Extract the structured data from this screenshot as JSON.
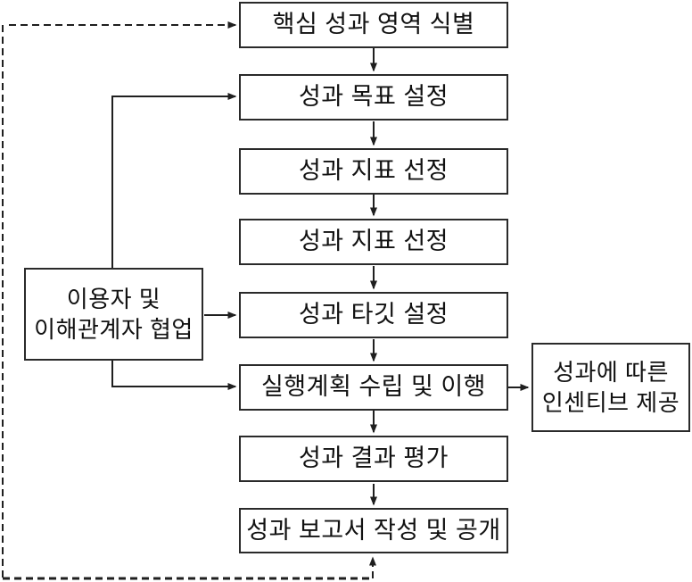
{
  "flow": {
    "steps": [
      "핵심 성과 영역 식별",
      "성과 목표 설정",
      "성과 지표 선정",
      "성과 지표 선정",
      "성과 타깃 설정",
      "실행계획 수립 및 이행",
      "성과 결과 평가",
      "성과 보고서 작성 및 공개"
    ],
    "collaboration_box": {
      "line1": "이용자 및",
      "line2": "이해관계자 협업"
    },
    "incentive_box": {
      "line1": "성과에 따른",
      "line2": "인센티브 제공"
    },
    "colors": {
      "line": "#1f1f1f",
      "box_border": "#2a2a2a",
      "text": "#111111",
      "background": "#ffffff"
    }
  }
}
